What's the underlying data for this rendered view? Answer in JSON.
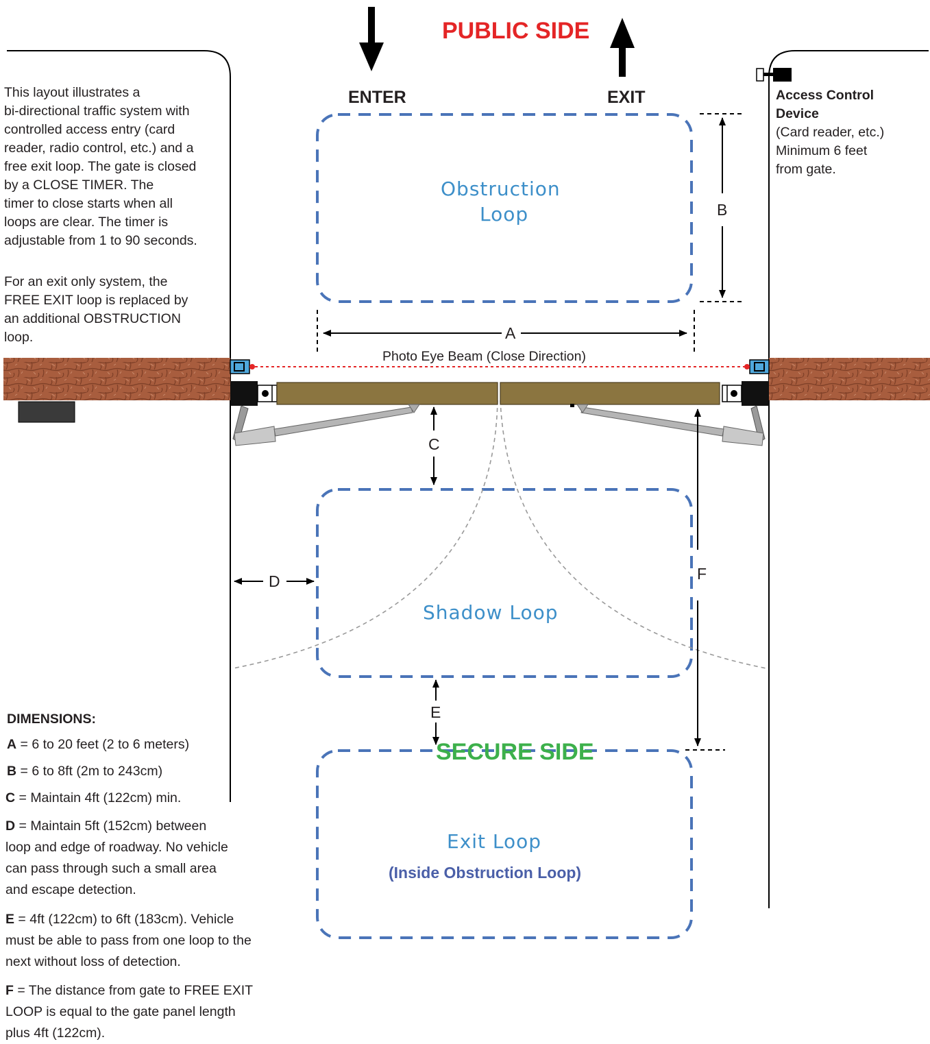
{
  "sides": {
    "public": "PUBLIC SIDE",
    "secure": "SECURE SIDE"
  },
  "directions": {
    "enter": "ENTER",
    "exit": "EXIT"
  },
  "colors": {
    "public": "#e42526",
    "secure": "#3db04b",
    "loop_dash": "#4a74b8",
    "loop_label": "#3d8fc9",
    "loop_sub": "#4a5fa8",
    "beam": "#e42526",
    "gate_panel": "#8b7540",
    "brick": "#a55a3c"
  },
  "intro": {
    "lines": [
      "This layout illustrates a",
      "bi-directional traffic system with",
      "controlled access entry (card",
      "reader, radio control, etc.) and a",
      "free exit loop. The gate is closed",
      "by a CLOSE TIMER. The",
      "timer to close starts when all",
      "loops are clear. The timer is",
      "adjustable from 1 to 90 seconds."
    ],
    "note_lines": [
      "For an exit only system, the",
      "FREE EXIT loop is replaced by",
      "an additional OBSTRUCTION",
      "loop."
    ]
  },
  "access_device": {
    "title_lines": [
      "Access Control",
      "Device"
    ],
    "detail_lines": [
      "(Card reader, etc.)",
      "Minimum 6 feet",
      "from gate."
    ]
  },
  "loops": {
    "obstruction": [
      "Obstruction",
      "Loop"
    ],
    "shadow": "Shadow Loop",
    "exit": "Exit Loop",
    "exit_sub": "(Inside Obstruction Loop)"
  },
  "beam_label": "Photo Eye Beam (Close Direction)",
  "dim_letters": {
    "a": "A",
    "b": "B",
    "c": "C",
    "d": "D",
    "e": "E",
    "f": "F"
  },
  "dimensions": {
    "heading": "DIMENSIONS:",
    "items": [
      {
        "key": "A",
        "lines": [
          " = 6 to 20 feet (2 to 6 meters)"
        ]
      },
      {
        "key": "B",
        "lines": [
          " = 6 to 8ft (2m to 243cm)"
        ]
      },
      {
        "key": "C",
        "lines": [
          " = Maintain 4ft (122cm) min."
        ]
      },
      {
        "key": "D",
        "lines": [
          " = Maintain 5ft (152cm) between",
          "loop and edge of roadway. No vehicle",
          "can pass through such a small area",
          "and escape detection."
        ]
      },
      {
        "key": "E",
        "lines": [
          " = 4ft (122cm) to 6ft (183cm). Vehicle",
          "must be able to pass from one loop to the",
          "next without loss of detection."
        ]
      },
      {
        "key": "F",
        "lines": [
          " = The distance from gate to FREE EXIT",
          "LOOP is equal to the gate panel length",
          "plus 4ft (122cm)."
        ]
      }
    ]
  }
}
